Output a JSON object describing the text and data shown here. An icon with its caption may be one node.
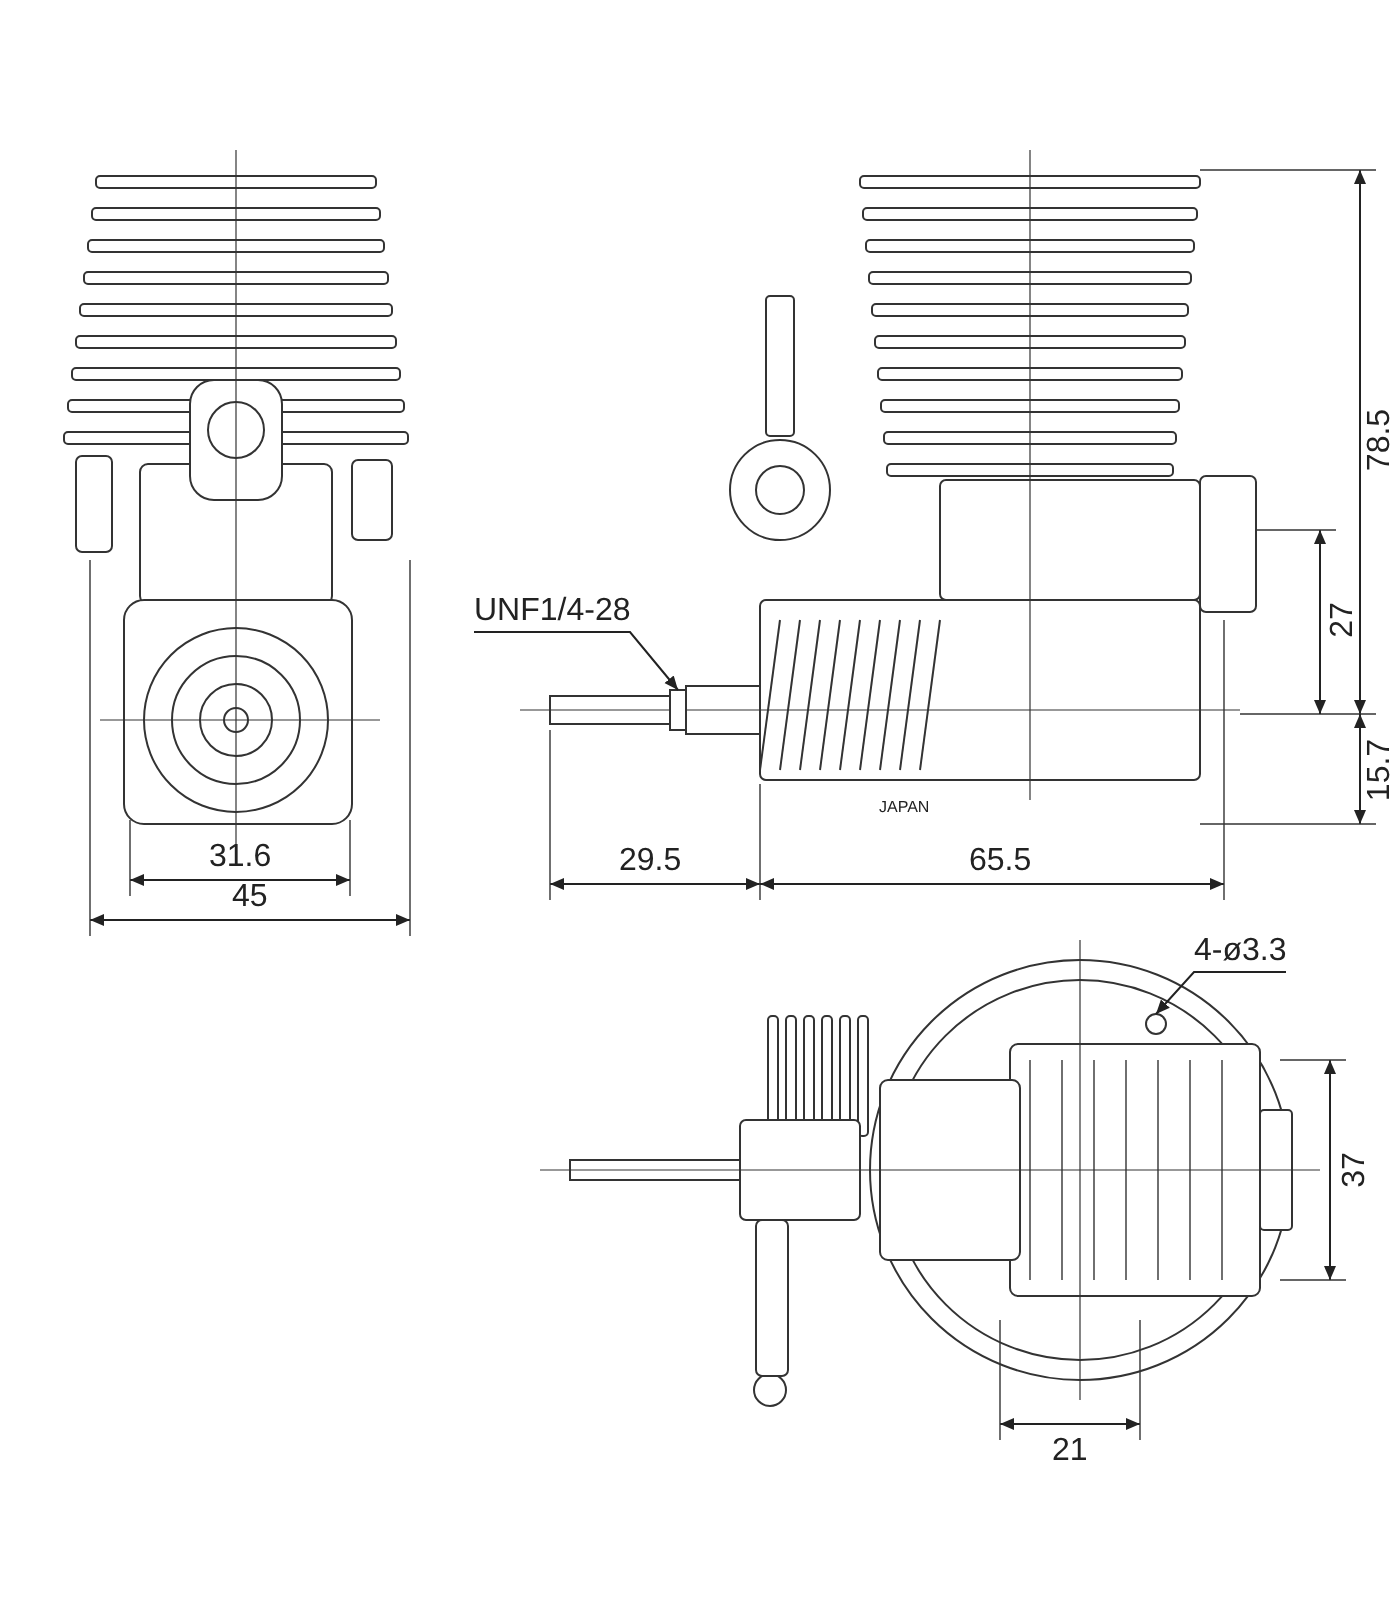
{
  "diagram": {
    "nodes": [
      {
        "text": [
          "UNF1/4-28"
        ]
      },
      {
        "text": [],
        "shape": "box"
      },
      {
        "text": [
          "4-ø3.3"
        ]
      },
      {
        "text": [],
        "shape": "circle"
      }
    ],
    "edges": [
      {
        "from": 0,
        "to": 1,
        "arrow": "to"
      },
      {
        "from": 2,
        "to": 3,
        "arrow": "to"
      }
    ],
    "labels": [
      "78.5",
      "27",
      "15.7",
      "31.6",
      "29.5",
      "65.5",
      "45",
      "JAPAN",
      "37",
      "21"
    ]
  }
}
